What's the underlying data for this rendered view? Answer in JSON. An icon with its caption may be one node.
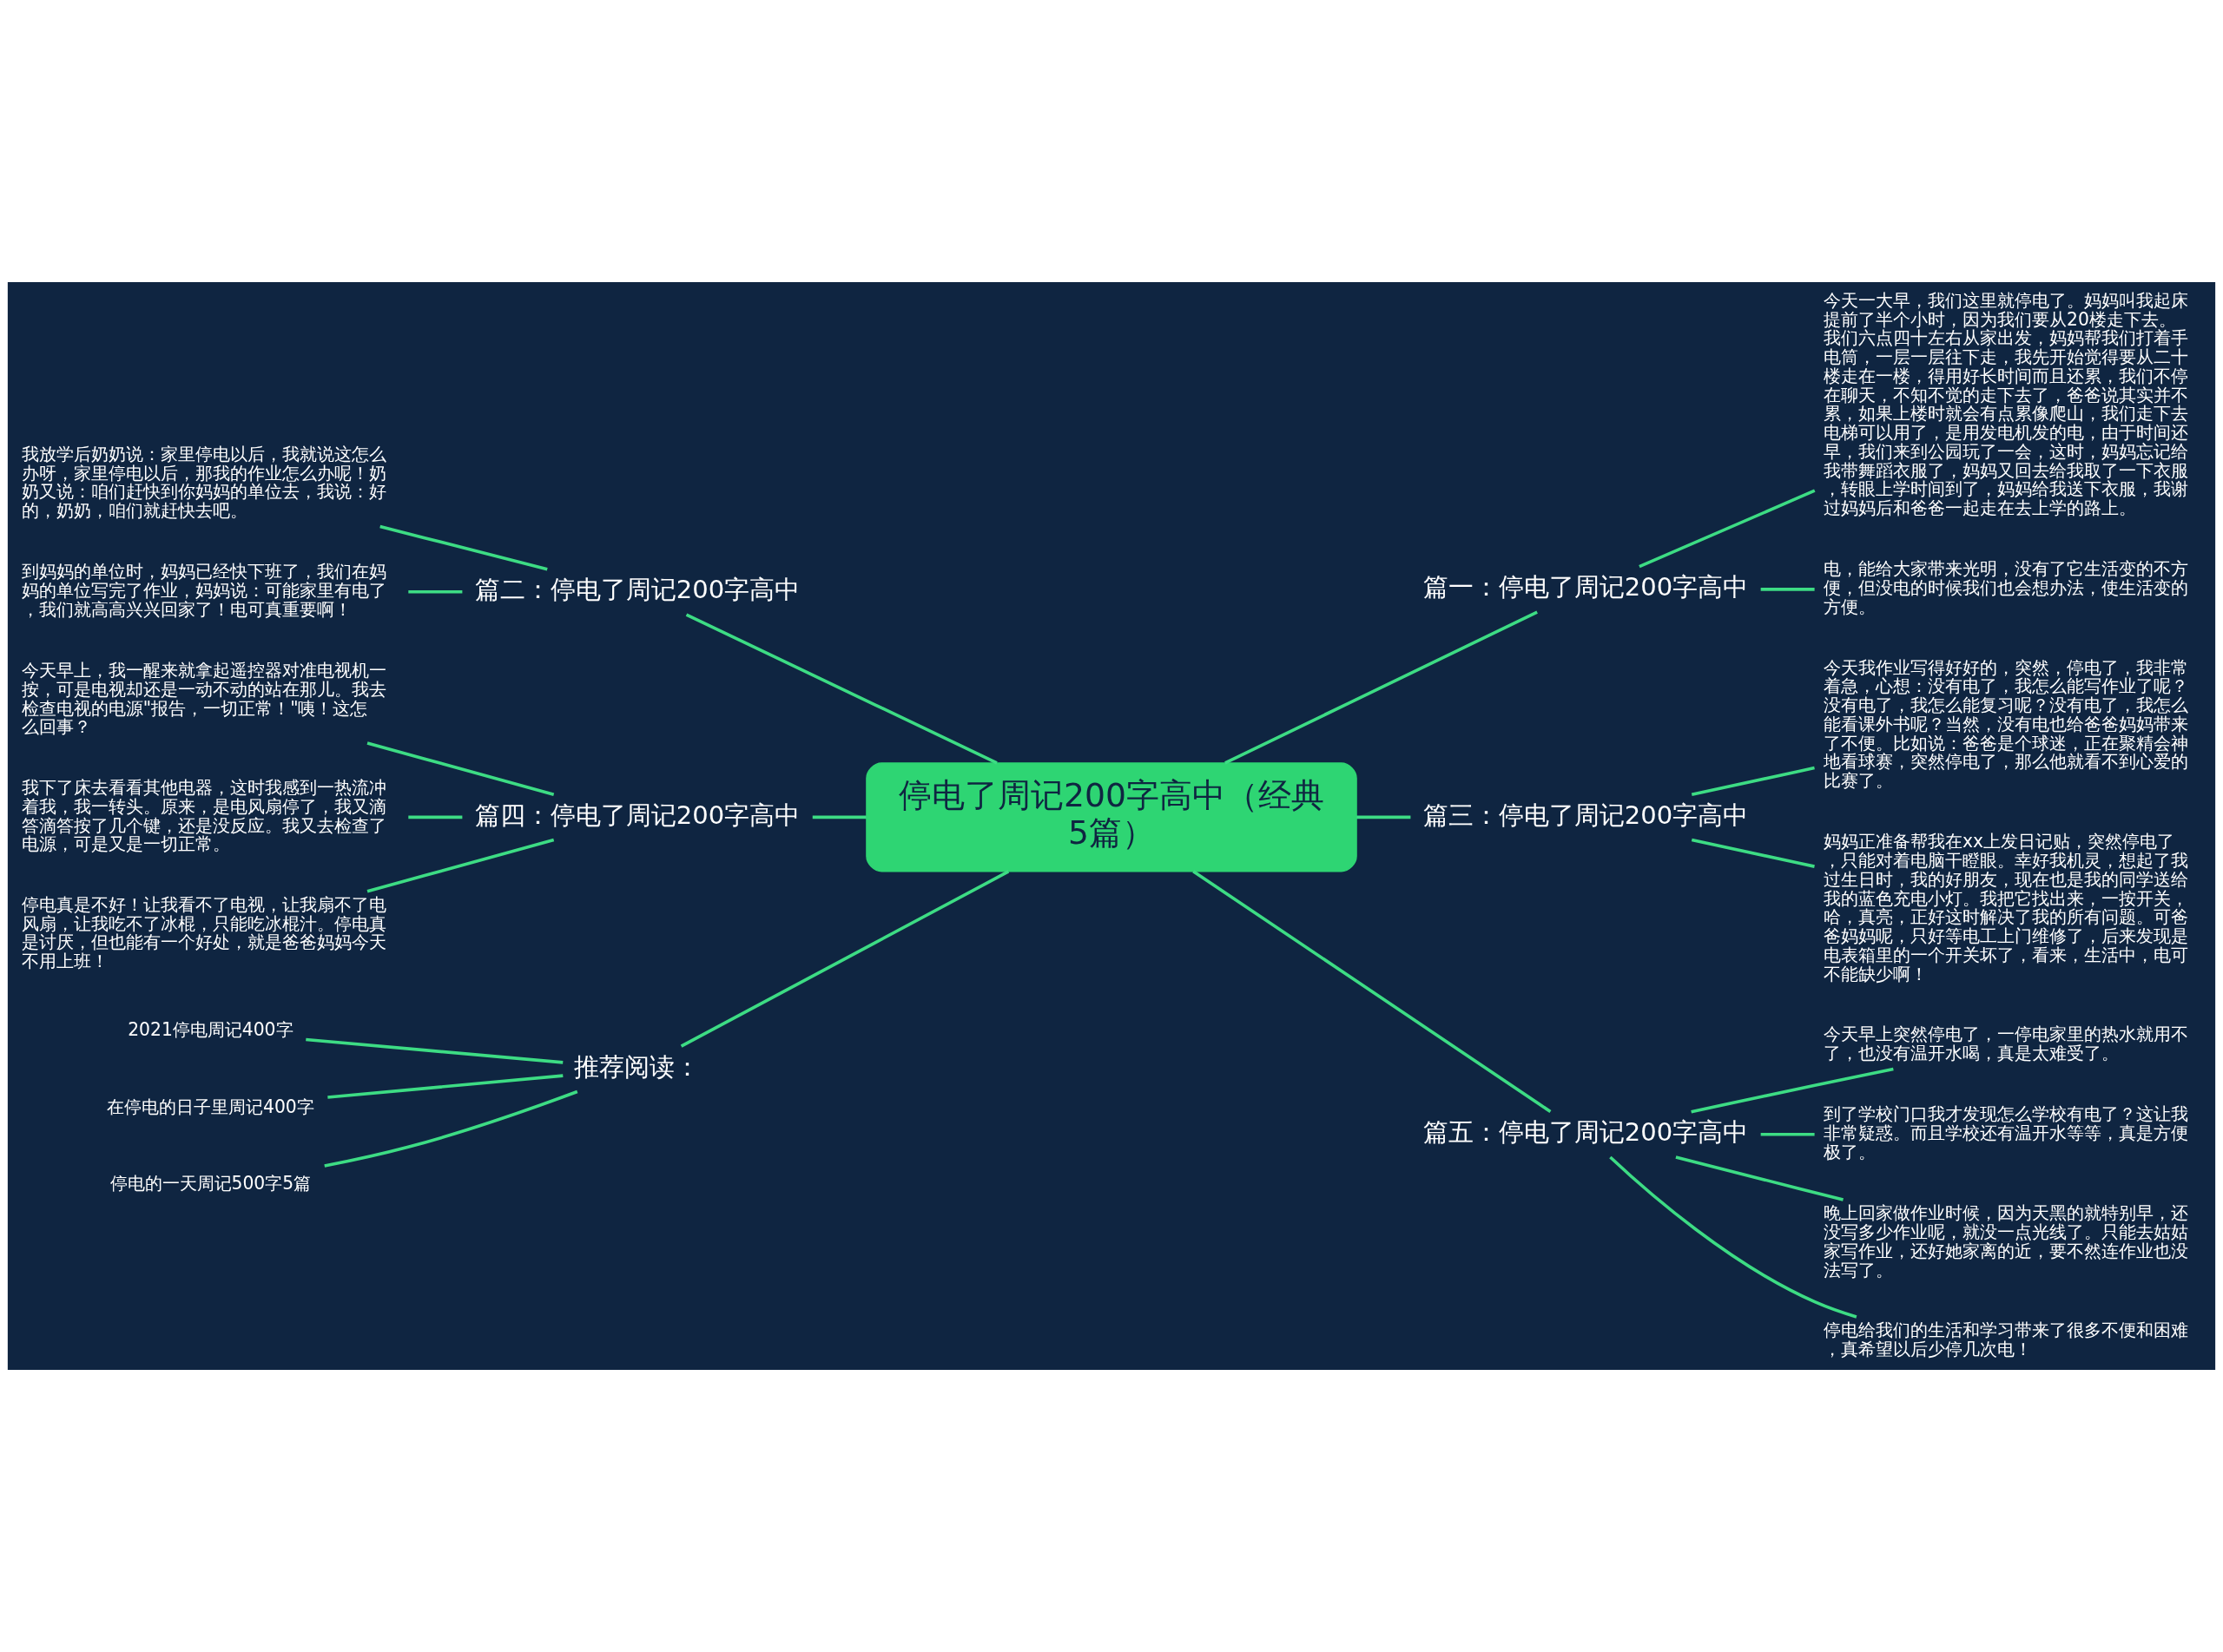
{
  "diagram": {
    "nodes": [
      {
        "text": [
          "停电了周记200字高中（经典5篇）"
        ]
      },
      {
        "text": [
          "篇一：停电了周记200字高中"
        ]
      },
      {
        "text": [
          "今天一大早，我们这里就停电了。妈妈叫我起床提前了半个小时，因为我们要从20楼走下去。我们六点四十左右从家出发，妈妈帮我们打着手电筒，一层一层往下走，我先开始觉得要从二十楼走在一楼，得用好长时间而且还累，我们不停在聊天，不知不觉的走下去了，爸爸说其实并不累，如果上楼时就会有点累像爬山，我们走下去电梯可以用了，是用发电机发的电，由于时间还早，我们来到公园玩了一会，这时，妈妈忘记给我带舞蹈衣服了，妈妈又回去给我取了一下衣服，转眼上学时间到了，妈妈给我送下衣服，我谢过妈妈后和爸爸一起走在去上学的路上。"
        ]
      },
      {
        "text": [
          "电，能给大家带来光明，没有了它生活变的不方便，但没电的时候我们也会想办法，使生活变的方便。"
        ]
      },
      {
        "text": [
          "篇二：停电了周记200字高中"
        ]
      },
      {
        "text": [
          "我放学后奶奶说：家里停电以后，我就说这怎么办呀，家里停电以后，那我的作业怎么办呢！奶奶又说：咱们赶快到你妈妈的单位去，我说：好的，奶奶，咱们就赶快去吧。"
        ]
      },
      {
        "text": [
          "到妈妈的单位时，妈妈已经快下班了，我们在妈妈的单位写完了作业，妈妈说：可能家里有电了，我们就高高兴兴回家了！电可真重要啊！"
        ]
      },
      {
        "text": [
          "篇三：停电了周记200字高中"
        ]
      },
      {
        "text": [
          "今天我作业写得好好的，突然，停电了，我非常着急，心想：没有电了，我怎么能写作业了呢？没有电了，我怎么能复习呢？没有电了，我怎么能看课外书呢？当然，没有电也给爸爸妈妈带来了不便。比如说：爸爸是个球迷，正在聚精会神地看球赛，突然停电了，那么他就看不到心爱的比赛了。"
        ]
      },
      {
        "text": [
          "妈妈正准备帮我在xx上发日记贴，突然停电了，只能对着电脑干瞪眼。幸好我机灵，想起了我过生日时，我的好朋友，现在也是我的同学送给我的蓝色充电小灯。我把它找出来，一按开关，哈，真亮，正好这时解决了我的所有问题。可爸爸妈妈呢，只好等电工上门维修了，后来发现是电表箱里的一个开关坏了，看来，生活中，电可不能缺少啊！"
        ]
      },
      {
        "text": [
          "篇四：停电了周记200字高中"
        ]
      },
      {
        "text": [
          "今天早上，我一醒来就拿起遥控器对准电视机一按，可是电视却还是一动不动的站在那儿。我去检查电视的电源\"报告，一切正常！\"咦！这怎么回事？"
        ]
      },
      {
        "text": [
          "我下了床去看看其他电器，这时我感到一热流冲着我，我一转头。原来，是电风扇停了，我又滴答滴答按了几个键，还是没反应。我又去检查了电源，可是又是一切正常。"
        ]
      },
      {
        "text": [
          "停电真是不好！让我看不了电视，让我扇不了电风扇，让我吃不了冰棍，只能吃冰棍汁。停电真是讨厌，但也能有一个好处，就是爸爸妈妈今天不用上班！"
        ]
      },
      {
        "text": [
          "篇五：停电了周记200字高中"
        ]
      },
      {
        "text": [
          "今天早上突然停电了，一停电家里的热水就用不了，也没有温开水喝，真是太难受了。"
        ]
      },
      {
        "text": [
          "到了学校门口我才发现怎么学校有电了？这让我非常疑惑。而且学校还有温开水等等，真是方便极了。"
        ]
      },
      {
        "text": [
          "晚上回家做作业时候，因为天黑的就特别早，还没写多少作业呢，就没一点光线了。只能去姑姑家写作业，还好她家离的近，要不然连作业也没法写了。"
        ]
      },
      {
        "text": [
          "停电给我们的生活和学习带来了很多不便和困难，真希望以后少停几次电！"
        ]
      },
      {
        "text": [
          "推荐阅读："
        ]
      },
      {
        "text": [
          "2021停电周记400字"
        ]
      },
      {
        "text": [
          "在停电的日子里周记400字"
        ]
      },
      {
        "text": [
          "停电的一天周记500字5篇"
        ]
      }
    ],
    "edges": [
      {
        "from": 0,
        "to": 1,
        "arrow": "none"
      },
      {
        "from": 1,
        "to": 2,
        "arrow": "none"
      },
      {
        "from": 1,
        "to": 3,
        "arrow": "none"
      },
      {
        "from": 0,
        "to": 4,
        "arrow": "none"
      },
      {
        "from": 4,
        "to": 5,
        "arrow": "none"
      },
      {
        "from": 4,
        "to": 6,
        "arrow": "none"
      },
      {
        "from": 0,
        "to": 7,
        "arrow": "none"
      },
      {
        "from": 7,
        "to": 8,
        "arrow": "none"
      },
      {
        "from": 7,
        "to": 9,
        "arrow": "none"
      },
      {
        "from": 0,
        "to": 10,
        "arrow": "none"
      },
      {
        "from": 10,
        "to": 11,
        "arrow": "none"
      },
      {
        "from": 10,
        "to": 12,
        "arrow": "none"
      },
      {
        "from": 10,
        "to": 13,
        "arrow": "none"
      },
      {
        "from": 0,
        "to": 14,
        "arrow": "none"
      },
      {
        "from": 14,
        "to": 15,
        "arrow": "none"
      },
      {
        "from": 14,
        "to": 16,
        "arrow": "none"
      },
      {
        "from": 14,
        "to": 17,
        "arrow": "none"
      },
      {
        "from": 14,
        "to": 18,
        "arrow": "none"
      },
      {
        "from": 0,
        "to": 19,
        "arrow": "none"
      },
      {
        "from": 19,
        "to": 20,
        "arrow": "none"
      },
      {
        "from": 19,
        "to": 21,
        "arrow": "none"
      },
      {
        "from": 19,
        "to": 22,
        "arrow": "none"
      }
    ]
  }
}
